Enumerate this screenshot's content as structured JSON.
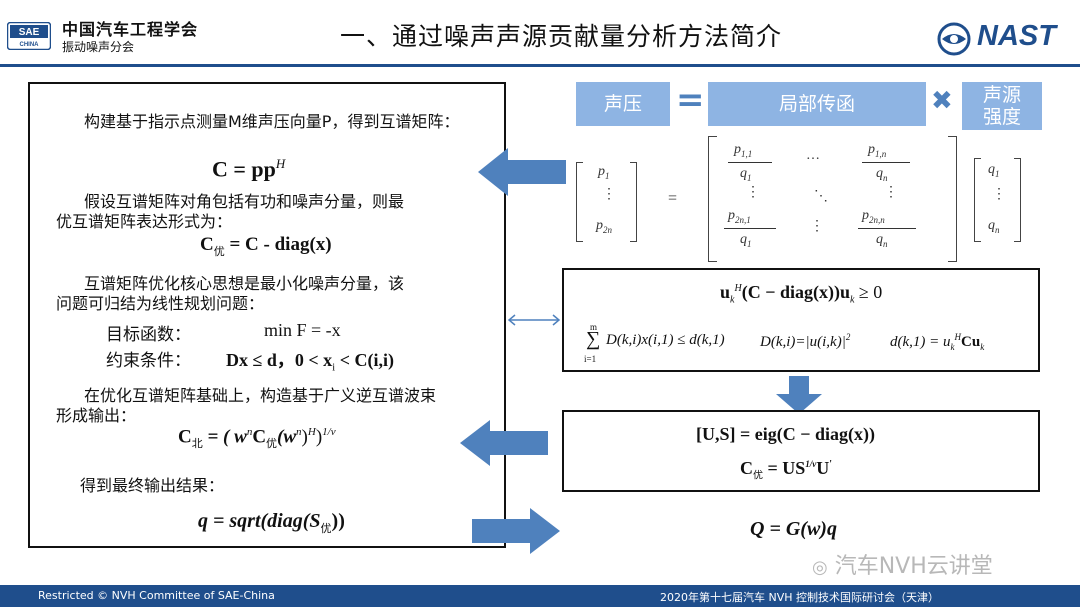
{
  "header": {
    "org_badge": "SAE CHINA",
    "org_name": "中国汽车工程学会",
    "org_sub": "振动噪声分会",
    "title": "一、通过噪声声源贡献量分析方法简介",
    "logo_text": "NAST"
  },
  "left_panel": {
    "p1": "构建基于指示点测量M维声压向量P，得到互谱矩阵：",
    "f1": "C = pp",
    "f1_sup": "H",
    "p2a": "假设互谱矩阵对角包括有功和噪声分量，则最",
    "p2b": "优互谱矩阵表达形式为：",
    "f2_lhs": "C",
    "f2_sub": "优",
    "f2_rhs": " = C - diag(x)",
    "p3a": "互谱矩阵优化核心思想是最小化噪声分量，该",
    "p3b": "问题可归结为线性规划问题：",
    "obj_label": "目标函数：",
    "obj_expr": "min F = -x",
    "con_label": "约束条件：",
    "con_expr": "Dx ≤ d，0 < x",
    "con_sub": "i",
    "con_expr2": " < C(i,i)",
    "p4a": "在优化互谱矩阵基础上，构造基于广义逆互谱波束",
    "p4b": "形成输出：",
    "f4": "C",
    "f4_sub": "北",
    "f4_rhs": " = ( w",
    "f4_n1": "n",
    "f4_mid": "C",
    "f4_mid_sub": "优",
    "f4_w2": "(w",
    "f4_n2": "n",
    "f4_close": ")",
    "f4_H": "H",
    "f4_end": ")",
    "f4_exp": "1/v",
    "p5": "得到最终输出结果：",
    "f5": "q = sqrt(diag(S",
    "f5_sub": "优",
    "f5_end": "))"
  },
  "right_panel": {
    "box_pressure": "声压",
    "equals": "=",
    "box_transfer": "局部传函",
    "times": "✖",
    "box_source_l1": "声源",
    "box_source_l2": "强度",
    "matrix": {
      "lhs_top": "p",
      "lhs_top_sub": "1",
      "lhs_bottom": "p",
      "lhs_bottom_sub": "2n",
      "eq": "=",
      "a11_num": "p",
      "a11_num_sub": "1,1",
      "a11_den": "q",
      "a11_den_sub": "1",
      "a1n_num": "p",
      "a1n_num_sub": "1,n",
      "a1n_den": "q",
      "a1n_den_sub": "n",
      "am1_num": "p",
      "am1_num_sub": "2n,1",
      "am1_den": "q",
      "am1_den_sub": "1",
      "amn_num": "p",
      "amn_num_sub": "2n,n",
      "amn_den": "q",
      "amn_den_sub": "n",
      "hdots": "…",
      "vdots": "⋮",
      "ddots": "⋱",
      "rhs_top": "q",
      "rhs_top_sub": "1",
      "rhs_bottom": "q",
      "rhs_bottom_sub": "n"
    },
    "constraint_box": {
      "line1": "u",
      "line1_sub": "k",
      "line1_sup": "H",
      "line1_rest": "(C − diag(x))u",
      "line1_sub2": "k",
      "line1_end": " ≥ 0",
      "sum_top": "m",
      "sum_sym": "∑",
      "sum_bottom": "i=1",
      "line2_a": "D(k,i)x(i,1) ≤ d(k,1)",
      "line2_b": "D(k,i)=|u(i,k)|",
      "line2_b_sup": "2",
      "line2_c": "d(k,1) = u",
      "line2_c_sub": "k",
      "line2_c_sup": "H",
      "line2_c_end": "Cu",
      "line2_c_sub2": "k"
    },
    "eig_box": {
      "line1": "[U,S] = eig(C − diag(x))",
      "line2_a": "C",
      "line2_sub": "优",
      "line2_b": " = US",
      "line2_sup": "1/v",
      "line2_c": "U",
      "line2_prime": "'"
    },
    "final_formula": "Q = G(w)q"
  },
  "watermark": "汽车NVH云讲堂",
  "footer": {
    "left": "Restricted © NVH Committee of SAE-China",
    "right": "2020年第十七届汽车 NVH 控制技术国际研讨会（天津）"
  },
  "colors": {
    "arrow_blue": "#4f81bd",
    "box_blue": "#8eb4e3",
    "footer_blue": "#1f4e8c"
  }
}
